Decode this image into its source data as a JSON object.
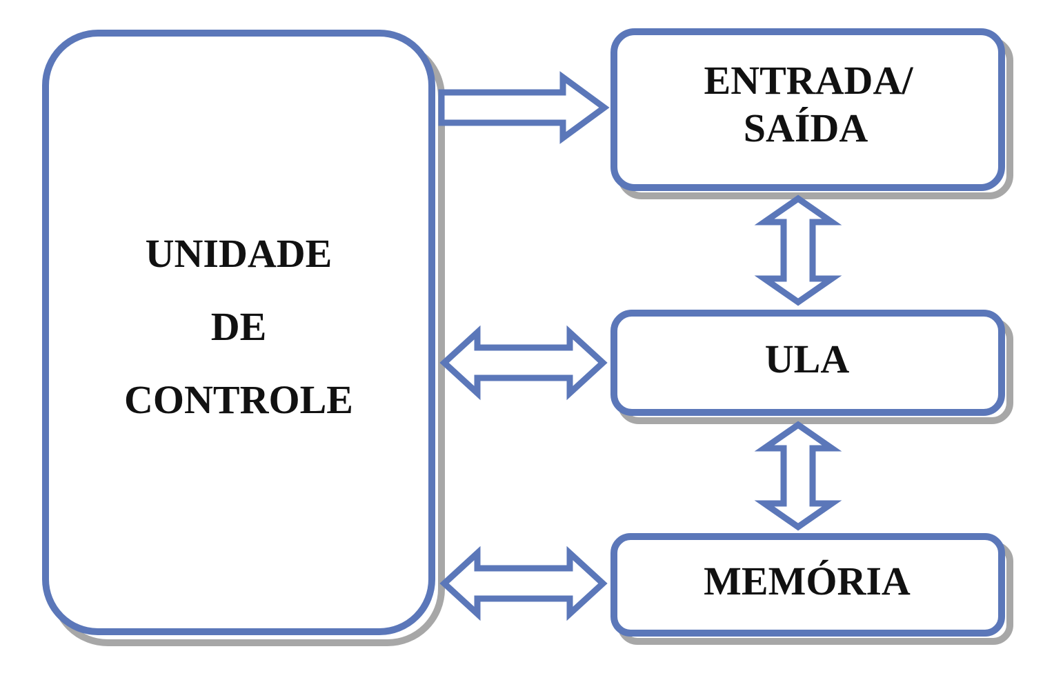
{
  "colors": {
    "stroke": "#5b77b9",
    "shadow": "#8a8a8a",
    "box_fill": "#ffffff",
    "text": "#111111"
  },
  "blocks": {
    "control_unit": {
      "line1": "UNIDADE",
      "line2": "DE",
      "line3": "CONTROLE"
    },
    "io": {
      "line1": "ENTRADA/",
      "line2": "SAÍDA"
    },
    "alu": {
      "label": "ULA"
    },
    "memory": {
      "label": "MEMÓRIA"
    }
  },
  "connections": [
    {
      "from": "control_unit",
      "to": "io",
      "direction": "one-way"
    },
    {
      "from": "control_unit",
      "to": "alu",
      "direction": "two-way"
    },
    {
      "from": "control_unit",
      "to": "memory",
      "direction": "two-way"
    },
    {
      "from": "io",
      "to": "alu",
      "direction": "two-way"
    },
    {
      "from": "alu",
      "to": "memory",
      "direction": "two-way"
    }
  ]
}
